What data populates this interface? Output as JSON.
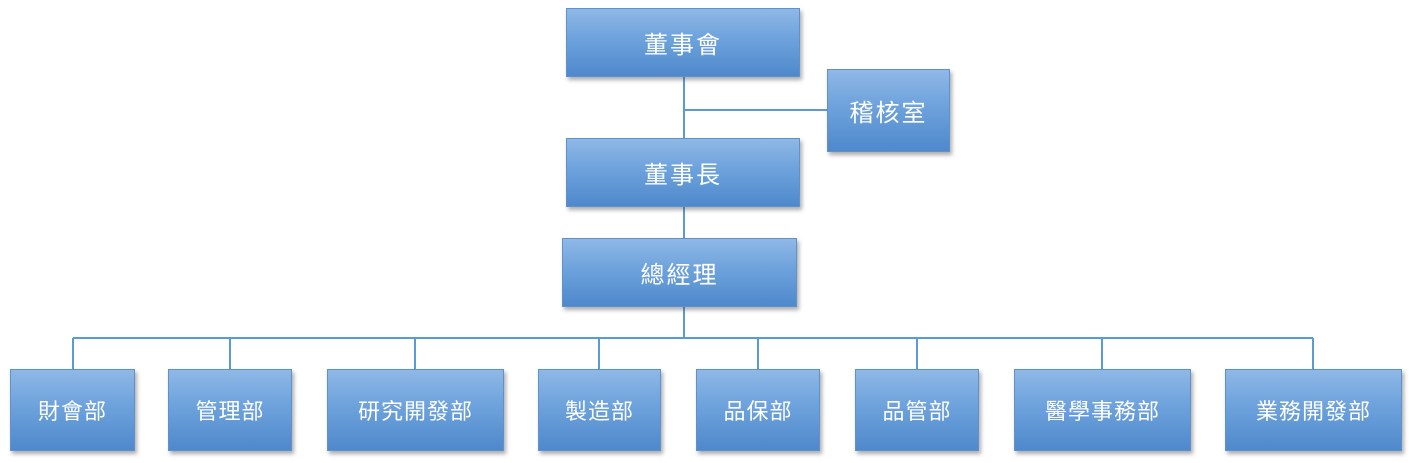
{
  "board": {
    "label": "董事會"
  },
  "audit": {
    "label": "稽核室"
  },
  "chairman": {
    "label": "董事長"
  },
  "general_manager": {
    "label": "總經理"
  },
  "departments": [
    {
      "label": "財會部"
    },
    {
      "label": "管理部"
    },
    {
      "label": "研究開發部"
    },
    {
      "label": "製造部"
    },
    {
      "label": "品保部"
    },
    {
      "label": "品管部"
    },
    {
      "label": "醫學事務部"
    },
    {
      "label": "業務開發部"
    }
  ],
  "colors": {
    "box_fill": "#6da2dc",
    "connector": "#5b9bd5",
    "text": "#ffffff"
  }
}
